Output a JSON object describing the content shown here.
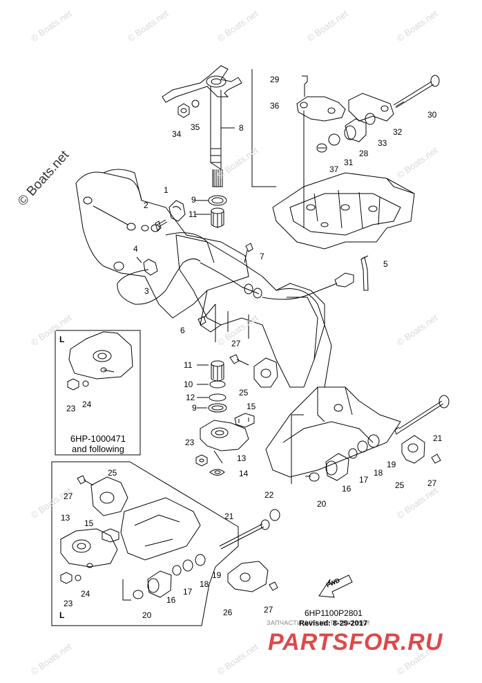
{
  "watermarks": {
    "diagonal": "© Boats.net",
    "small": "© Boats.net"
  },
  "callouts": [
    {
      "id": "c1",
      "text": "1"
    },
    {
      "id": "c2",
      "text": "2"
    },
    {
      "id": "c3",
      "text": "3"
    },
    {
      "id": "c4",
      "text": "4"
    },
    {
      "id": "c5",
      "text": "5"
    },
    {
      "id": "c6",
      "text": "6"
    },
    {
      "id": "c7",
      "text": "7"
    },
    {
      "id": "c8",
      "text": "8"
    },
    {
      "id": "c9a",
      "text": "9"
    },
    {
      "id": "c9b",
      "text": "9"
    },
    {
      "id": "c10",
      "text": "10"
    },
    {
      "id": "c11a",
      "text": "11"
    },
    {
      "id": "c11b",
      "text": "11"
    },
    {
      "id": "c12",
      "text": "12"
    },
    {
      "id": "c13a",
      "text": "13"
    },
    {
      "id": "c13b",
      "text": "13"
    },
    {
      "id": "c14",
      "text": "14"
    },
    {
      "id": "c15a",
      "text": "15"
    },
    {
      "id": "c15b",
      "text": "15"
    },
    {
      "id": "c16a",
      "text": "16"
    },
    {
      "id": "c16b",
      "text": "16"
    },
    {
      "id": "c17a",
      "text": "17"
    },
    {
      "id": "c17b",
      "text": "17"
    },
    {
      "id": "c18a",
      "text": "18"
    },
    {
      "id": "c18b",
      "text": "18"
    },
    {
      "id": "c19a",
      "text": "19"
    },
    {
      "id": "c19b",
      "text": "19"
    },
    {
      "id": "c20a",
      "text": "20"
    },
    {
      "id": "c20b",
      "text": "20"
    },
    {
      "id": "c21a",
      "text": "21"
    },
    {
      "id": "c21b",
      "text": "21"
    },
    {
      "id": "c22",
      "text": "22"
    },
    {
      "id": "c23a",
      "text": "23"
    },
    {
      "id": "c23b",
      "text": "23"
    },
    {
      "id": "c23c",
      "text": "23"
    },
    {
      "id": "c24a",
      "text": "24"
    },
    {
      "id": "c24b",
      "text": "24"
    },
    {
      "id": "c25a",
      "text": "25"
    },
    {
      "id": "c25b",
      "text": "25"
    },
    {
      "id": "c25c",
      "text": "25"
    },
    {
      "id": "c26",
      "text": "26"
    },
    {
      "id": "c27a",
      "text": "27"
    },
    {
      "id": "c27b",
      "text": "27"
    },
    {
      "id": "c27c",
      "text": "27"
    },
    {
      "id": "c27d",
      "text": "27"
    },
    {
      "id": "c28",
      "text": "28"
    },
    {
      "id": "c29",
      "text": "29"
    },
    {
      "id": "c30",
      "text": "30"
    },
    {
      "id": "c31",
      "text": "31"
    },
    {
      "id": "c32",
      "text": "32"
    },
    {
      "id": "c33",
      "text": "33"
    },
    {
      "id": "c34",
      "text": "34"
    },
    {
      "id": "c35",
      "text": "35"
    },
    {
      "id": "c36",
      "text": "36"
    },
    {
      "id": "c37",
      "text": "37"
    }
  ],
  "inset_box": {
    "corner_label": "L",
    "note_line1": "6HP-1000471",
    "note_line2": "and following"
  },
  "lower_inset": {
    "corner_label": "L"
  },
  "fwd_label": "FWD",
  "diagram_code": "6HP1100P2801",
  "revised": "Revised: 8-29-2017",
  "ru_caption": "ЗАПЧАСТИ ДЛЯ МОТОТЕХНИКИ",
  "ru_logo": "PARTSFOR.RU",
  "colors": {
    "line": "#000000",
    "watermark": "#d8d8d8",
    "logo": "#d62a2a"
  }
}
